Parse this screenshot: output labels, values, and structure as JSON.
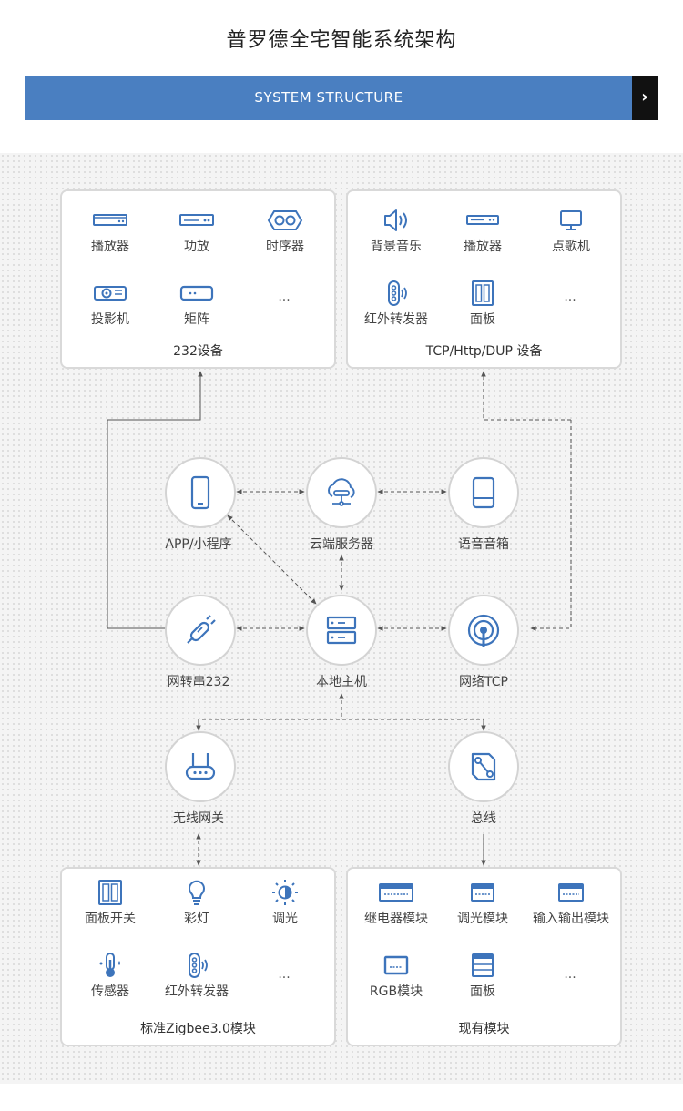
{
  "title": "普罗德全宅智能系统架构",
  "banner": {
    "label": "SYSTEM STRUCTURE",
    "arrow": "›"
  },
  "colors": {
    "accent": "#4a7fc1",
    "icon": "#3d74bb",
    "line": "#555555"
  },
  "boxes": {
    "rs232": {
      "caption": "232设备",
      "items": [
        {
          "label": "播放器",
          "icon": "player-icon"
        },
        {
          "label": "功放",
          "icon": "amplifier-icon"
        },
        {
          "label": "时序器",
          "icon": "sequencer-icon"
        },
        {
          "label": "投影机",
          "icon": "projector-icon"
        },
        {
          "label": "矩阵",
          "icon": "matrix-icon"
        }
      ],
      "more": "..."
    },
    "tcp": {
      "caption": "TCP/Http/DUP 设备",
      "items": [
        {
          "label": "背景音乐",
          "icon": "speaker-icon"
        },
        {
          "label": "播放器",
          "icon": "player-icon"
        },
        {
          "label": "点歌机",
          "icon": "monitor-icon"
        },
        {
          "label": "红外转发器",
          "icon": "ir-transmitter-icon"
        },
        {
          "label": "面板",
          "icon": "panel-icon"
        }
      ],
      "more": "..."
    },
    "zigbee": {
      "caption": "标准Zigbee3.0模块",
      "items": [
        {
          "label": "面板开关",
          "icon": "panel-switch-icon"
        },
        {
          "label": "彩灯",
          "icon": "bulb-icon"
        },
        {
          "label": "调光",
          "icon": "dimmer-icon"
        },
        {
          "label": "传感器",
          "icon": "sensor-icon"
        },
        {
          "label": "红外转发器",
          "icon": "ir-transmitter-icon"
        }
      ],
      "more": "..."
    },
    "existing": {
      "caption": "现有模块",
      "items": [
        {
          "label": "继电器模块",
          "icon": "relay-module-icon"
        },
        {
          "label": "调光模块",
          "icon": "dimmer-module-icon"
        },
        {
          "label": "输入输出模块",
          "icon": "io-module-icon"
        },
        {
          "label": "RGB模块",
          "icon": "rgb-module-icon"
        },
        {
          "label": "面板",
          "icon": "panel-icon"
        }
      ],
      "more": "..."
    }
  },
  "nodes": {
    "app": {
      "label": "APP/小程序",
      "icon": "phone-icon"
    },
    "cloud": {
      "label": "云端服务器",
      "icon": "cloud-server-icon"
    },
    "voice": {
      "label": "语音音箱",
      "icon": "smart-speaker-icon"
    },
    "serial": {
      "label": "网转串232",
      "icon": "plug-icon"
    },
    "host": {
      "label": "本地主机",
      "icon": "server-icon"
    },
    "tcp": {
      "label": "网络TCP",
      "icon": "signal-icon"
    },
    "wireless": {
      "label": "无线网关",
      "icon": "router-icon"
    },
    "bus": {
      "label": "总线",
      "icon": "bus-icon"
    }
  }
}
